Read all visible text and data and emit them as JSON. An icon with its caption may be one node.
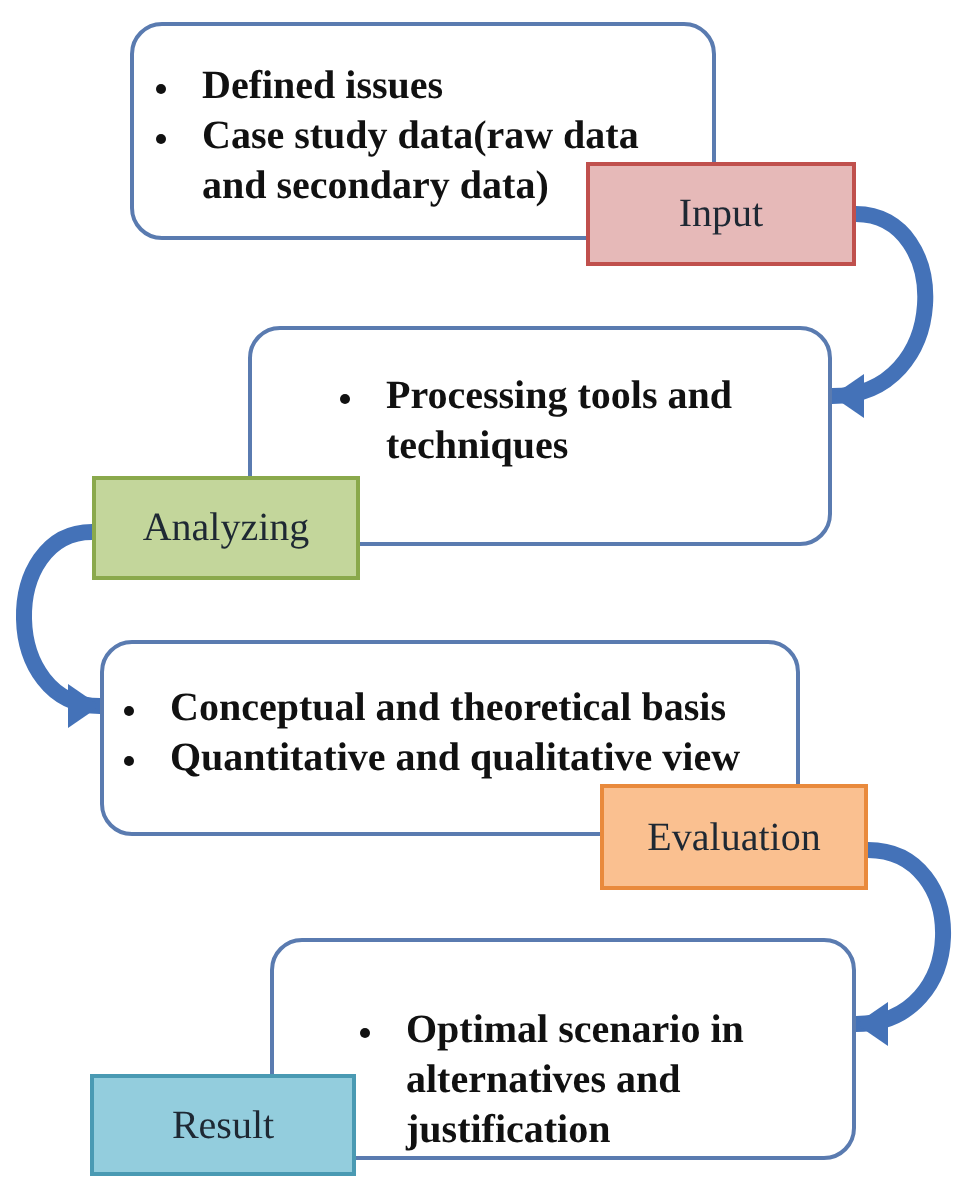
{
  "diagram": {
    "nodes": [
      {
        "text": [
          "Defined issues",
          "Case study data(raw data and secondary data)"
        ]
      },
      {
        "text": [
          "Input"
        ]
      },
      {
        "text": [
          "Processing tools and techniques"
        ]
      },
      {
        "text": [
          "Analyzing"
        ]
      },
      {
        "text": [
          "Conceptual and theoretical basis",
          "Quantitative and qualitative view"
        ]
      },
      {
        "text": [
          "Evaluation"
        ]
      },
      {
        "text": [
          "Optimal scenario in alternatives and justification"
        ]
      },
      {
        "text": [
          "Result"
        ]
      }
    ],
    "edges": [
      {
        "from": 1,
        "to": 2,
        "arrow": "to"
      },
      {
        "from": 3,
        "to": 4,
        "arrow": "to"
      },
      {
        "from": 5,
        "to": 6,
        "arrow": "to"
      }
    ]
  }
}
